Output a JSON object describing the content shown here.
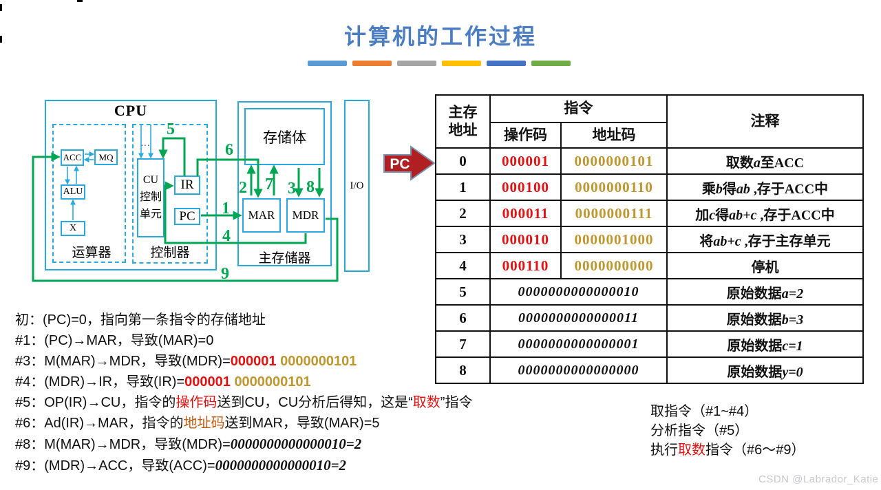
{
  "title": "计算机的工作过程",
  "title_bars": [
    "#5B9BD5",
    "#ED7D31",
    "#A5A5A5",
    "#FFC000",
    "#4472C4",
    "#70AD47"
  ],
  "diagram": {
    "cpu_label": "CPU",
    "acc": "ACC",
    "mq": "MQ",
    "alu": "ALU",
    "x": "X",
    "cu_lines": [
      "CU",
      "控制",
      "单元"
    ],
    "ir": "IR",
    "pc": "PC",
    "dots": "···",
    "alu_unit_label": "运算器",
    "ctrl_unit_label": "控制器",
    "memory_bank_label": "存储体",
    "mar": "MAR",
    "mdr": "MDR",
    "main_memory_label": "主存储器",
    "io": "I/O",
    "pc_pointer": "PC",
    "arrows": {
      "a1": "1",
      "a2": "2",
      "a3": "3",
      "a4": "4",
      "a5": "5",
      "a6": "6",
      "a7": "7",
      "a8": "8",
      "a9": "9"
    }
  },
  "table": {
    "headers": {
      "addr": "主存地址",
      "instruction": "指令",
      "opcode": "操作码",
      "addr_code": "地址码",
      "comment": "注释"
    },
    "rows": [
      {
        "addr": "0",
        "op": "000001",
        "code": "0000000101",
        "comment": [
          {
            "t": "取数"
          },
          {
            "t": "a",
            "s": "i"
          },
          {
            "t": "至ACC"
          }
        ]
      },
      {
        "addr": "1",
        "op": "000100",
        "code": "0000000110",
        "comment": [
          {
            "t": "乘"
          },
          {
            "t": "b",
            "s": "i"
          },
          {
            "t": "得"
          },
          {
            "t": "ab",
            "s": "i"
          },
          {
            "t": " ,存于ACC中"
          }
        ]
      },
      {
        "addr": "2",
        "op": "000011",
        "code": "0000000111",
        "comment": [
          {
            "t": "加"
          },
          {
            "t": "c",
            "s": "i"
          },
          {
            "t": "得"
          },
          {
            "t": "ab+c",
            "s": "i"
          },
          {
            "t": " ,存于ACC中"
          }
        ]
      },
      {
        "addr": "3",
        "op": "000010",
        "code": "0000001000",
        "comment": [
          {
            "t": "将"
          },
          {
            "t": "ab+c",
            "s": "i"
          },
          {
            "t": " ,存于主存单元"
          }
        ]
      },
      {
        "addr": "4",
        "op": "000110",
        "code": "0000000000",
        "comment": [
          {
            "t": "停机"
          }
        ]
      },
      {
        "addr": "5",
        "bin": "0000000000000010",
        "comment": [
          {
            "t": "原始数据"
          },
          {
            "t": "a=2",
            "s": "i"
          }
        ]
      },
      {
        "addr": "6",
        "bin": "0000000000000011",
        "comment": [
          {
            "t": "原始数据"
          },
          {
            "t": "b=3",
            "s": "i"
          }
        ]
      },
      {
        "addr": "7",
        "bin": "0000000000000001",
        "comment": [
          {
            "t": "原始数据"
          },
          {
            "t": "c=1",
            "s": "i"
          }
        ]
      },
      {
        "addr": "8",
        "bin": "0000000000000000",
        "comment": [
          {
            "t": "原始数据"
          },
          {
            "t": "y=0",
            "s": "i"
          }
        ]
      }
    ]
  },
  "steps": [
    [
      {
        "t": "初：(PC)=0，指向第一条指令的存储地址"
      }
    ],
    [
      {
        "t": "#1：(PC)→MAR，导致(MAR)=0"
      }
    ],
    [
      {
        "t": "#3：M(MAR)→MDR，导致(MDR)="
      },
      {
        "t": "000001",
        "s": "redb"
      },
      {
        "t": " "
      },
      {
        "t": "0000000101",
        "s": "goldb"
      }
    ],
    [
      {
        "t": "#4：(MDR)→IR，导致(IR)="
      },
      {
        "t": "000001",
        "s": "redb"
      },
      {
        "t": " "
      },
      {
        "t": "0000000101",
        "s": "goldb"
      }
    ],
    [
      {
        "t": "#5：OP(IR)→CU，指令的"
      },
      {
        "t": "操作码",
        "s": "red"
      },
      {
        "t": "送到CU，CU分析后得知，这是“"
      },
      {
        "t": "取数",
        "s": "red"
      },
      {
        "t": "”指令"
      }
    ],
    [
      {
        "t": "#6：Ad(IR)→MAR，指令的"
      },
      {
        "t": "地址码",
        "s": "orange"
      },
      {
        "t": "送到MAR，导致(MAR)=5"
      }
    ],
    [
      {
        "t": "#8：M(MAR)→MDR，导致(MDR)="
      },
      {
        "t": "0000000000000010=2",
        "s": "bini"
      }
    ],
    [
      {
        "t": "#9：(MDR)→ACC，导致(ACC)="
      },
      {
        "t": "0000000000000010=2",
        "s": "bini"
      }
    ]
  ],
  "summary": [
    [
      {
        "t": "取指令（#1~#4）"
      }
    ],
    [
      {
        "t": "分析指令（#5）"
      }
    ],
    [
      {
        "t": "执行"
      },
      {
        "t": "取数",
        "s": "red"
      },
      {
        "t": "指令（#6～#9）"
      }
    ]
  ],
  "watermark": "CSDN @Labrador_Katie",
  "colors": {
    "accent_green": "#00a651",
    "box_cyan": "#2aa9e0",
    "op_red": "#e31212",
    "code_gold": "#bf9730",
    "title_blue": "#4b7dc3",
    "pointer_red": "#b01f22"
  }
}
